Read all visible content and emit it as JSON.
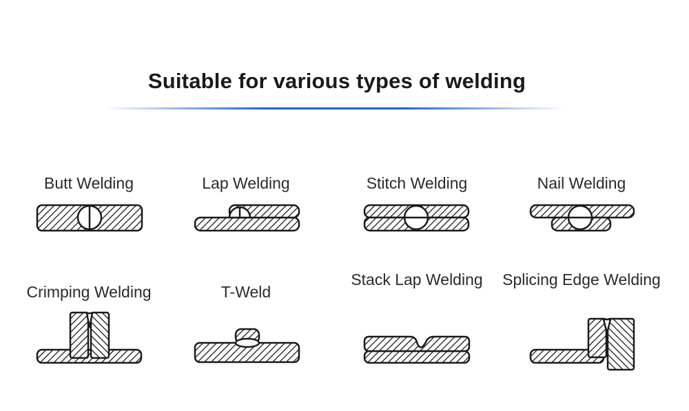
{
  "title": "Suitable for various types of welding",
  "accent_color": "#1e5fd6",
  "weld_types": [
    {
      "label": "Butt Welding"
    },
    {
      "label": "Lap Welding"
    },
    {
      "label": "Stitch Welding"
    },
    {
      "label": "Nail Welding"
    },
    {
      "label": "Crimping Welding"
    },
    {
      "label": "T-Weld"
    },
    {
      "label": "Stack Lap Welding"
    },
    {
      "label": "Splicing Edge Welding"
    }
  ]
}
